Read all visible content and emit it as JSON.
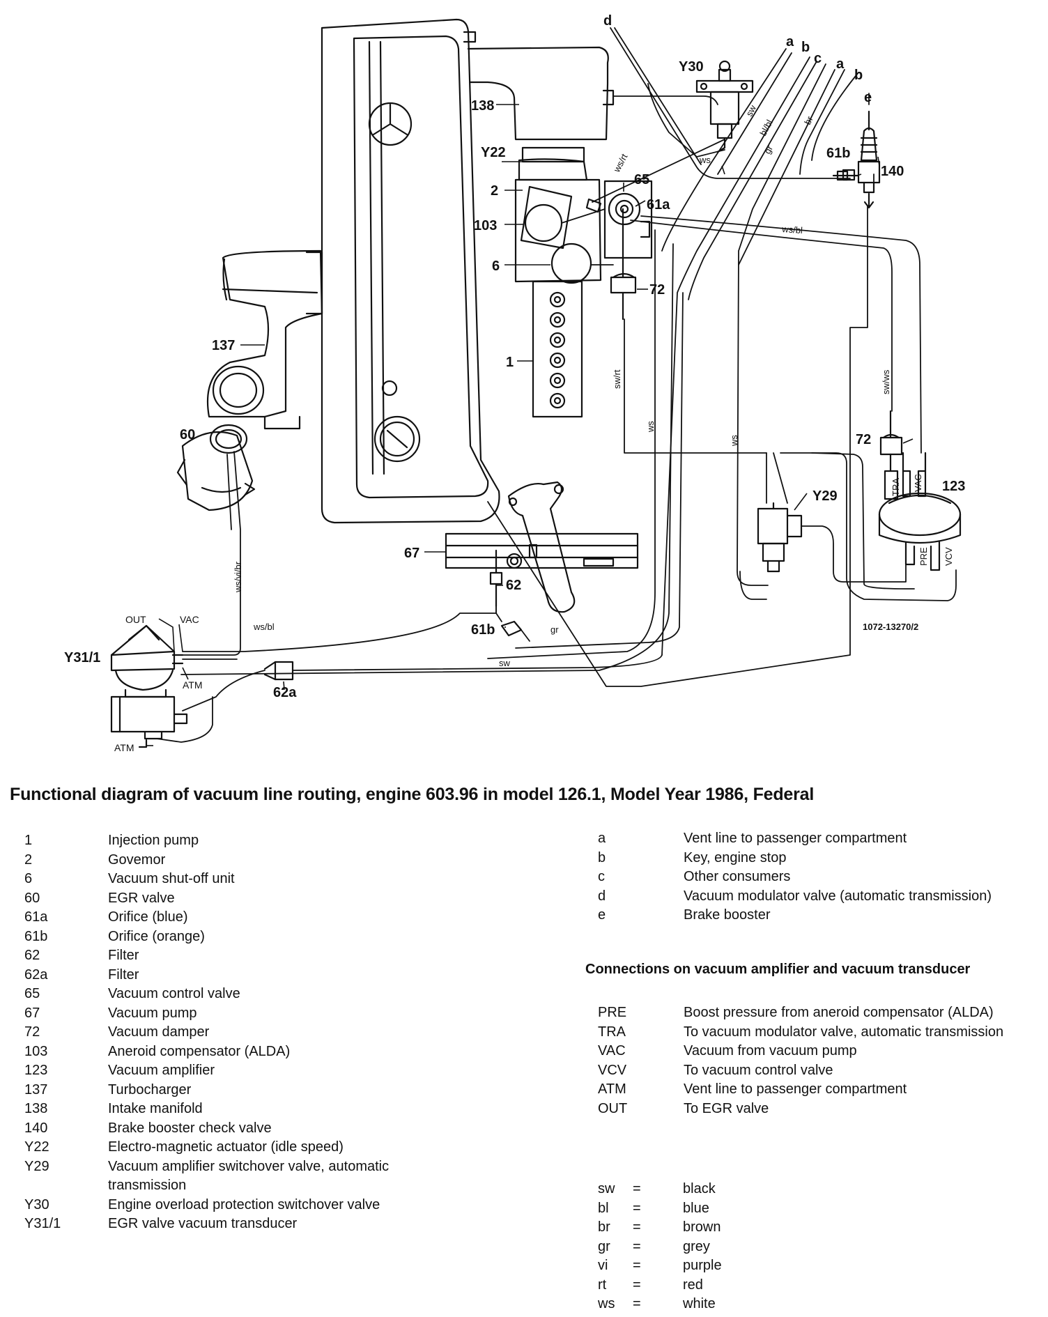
{
  "diagram": {
    "reference_code": "1072-13270/2",
    "callouts": {
      "c138": "138",
      "cY22": "Y22",
      "c2": "2",
      "c103": "103",
      "c6": "6",
      "c65": "65",
      "c61a": "61a",
      "c72a": "72",
      "c1": "1",
      "c137": "137",
      "c60": "60",
      "cY30": "Y30",
      "c61b_top": "61b",
      "c140": "140",
      "c72b": "72",
      "c123": "123",
      "cY29": "Y29",
      "c67": "67",
      "c62": "62",
      "c61b_bot": "61b",
      "cY311": "Y31/1",
      "c62a": "62a",
      "d": "d",
      "a1": "a",
      "b1": "b",
      "c": "c",
      "a2": "a",
      "b2": "b",
      "e": "e"
    },
    "port_labels": {
      "out": "OUT",
      "vac": "VAC",
      "atm1": "ATM",
      "atm2": "ATM",
      "tra": "TRA",
      "vac2": "VAC",
      "pre": "PRE",
      "vcv": "VCV"
    },
    "line_labels": {
      "ws_bl_top": "ws/bl",
      "ws_rt": "ws/rt",
      "sw_top": "sw",
      "bl_bl": "bl/bl",
      "gr_top": "gr",
      "br_top": "br",
      "ws_y30": "ws",
      "sw_ws": "sw/ws",
      "sw_rt": "sw/rt",
      "ws_mid": "ws",
      "ws_mid2": "ws",
      "ws_vi_br": "ws/vi/br",
      "ws_bl_bot": "ws/bl",
      "gr_bot": "gr",
      "sw_bot": "sw"
    }
  },
  "title": "Functional diagram of vacuum line routing, engine 603.96 in model 126.1, Model Year 1986, Federal",
  "legend_components": [
    {
      "key": "1",
      "value": "Injection pump"
    },
    {
      "key": "2",
      "value": "Govemor"
    },
    {
      "key": "6",
      "value": "Vacuum shut-off unit"
    },
    {
      "key": "60",
      "value": "EGR valve"
    },
    {
      "key": "61a",
      "value": "Orifice (blue)"
    },
    {
      "key": "61b",
      "value": "Orifice (orange)"
    },
    {
      "key": "62",
      "value": "Filter"
    },
    {
      "key": "62a",
      "value": "Filter"
    },
    {
      "key": "65",
      "value": "Vacuum control valve"
    },
    {
      "key": "67",
      "value": "Vacuum pump"
    },
    {
      "key": "72",
      "value": "Vacuum damper"
    },
    {
      "key": "103",
      "value": "Aneroid compensator (ALDA)"
    },
    {
      "key": "123",
      "value": "Vacuum amplifier"
    },
    {
      "key": "137",
      "value": "Turbocharger"
    },
    {
      "key": "138",
      "value": "Intake manifold"
    },
    {
      "key": "140",
      "value": "Brake booster check valve"
    },
    {
      "key": "Y22",
      "value": "Electro-magnetic actuator (idle speed)"
    },
    {
      "key": "Y29",
      "value": "Vacuum amplifier switchover valve, automatic transmission"
    },
    {
      "key": "Y30",
      "value": "Engine overload protection switchover valve"
    },
    {
      "key": "Y31/1",
      "value": "EGR valve vacuum transducer"
    }
  ],
  "legend_lines": [
    {
      "key": "a",
      "value": "Vent line to passenger compartment"
    },
    {
      "key": "b",
      "value": "Key, engine stop"
    },
    {
      "key": "c",
      "value": "Other consumers"
    },
    {
      "key": "d",
      "value": "Vacuum modulator valve (automatic transmission)"
    },
    {
      "key": "e",
      "value": "Brake booster"
    }
  ],
  "connections_heading": "Connections on vacuum amplifier and vacuum transducer",
  "legend_connections": [
    {
      "key": "PRE",
      "value": "Boost pressure from aneroid compensator (ALDA)"
    },
    {
      "key": "TRA",
      "value": "To vacuum modulator valve, automatic transmission"
    },
    {
      "key": "VAC",
      "value": "Vacuum from vacuum pump"
    },
    {
      "key": "VCV",
      "value": "To vacuum control valve"
    },
    {
      "key": "ATM",
      "value": "Vent line to passenger compartment"
    },
    {
      "key": "OUT",
      "value": " To EGR valve"
    }
  ],
  "legend_colors": [
    {
      "key": "sw",
      "eq": "=",
      "value": "black"
    },
    {
      "key": "bl",
      "eq": "=",
      "value": "blue"
    },
    {
      "key": "br",
      "eq": "=",
      "value": "brown"
    },
    {
      "key": "gr",
      "eq": "=",
      "value": "grey"
    },
    {
      "key": "vi",
      "eq": "=",
      "value": "purple"
    },
    {
      "key": "rt",
      "eq": "=",
      "value": "red"
    },
    {
      "key": "ws",
      "eq": "=",
      "value": "white"
    }
  ]
}
